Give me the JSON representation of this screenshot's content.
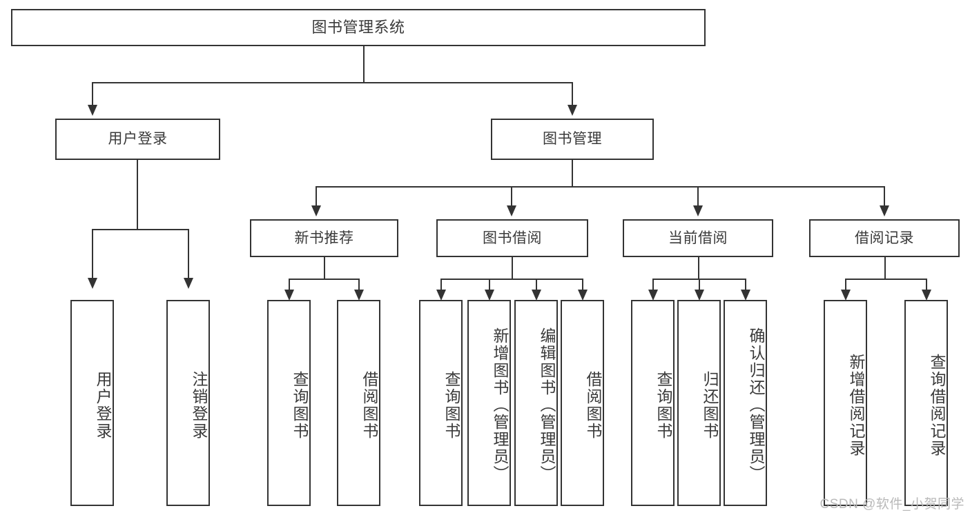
{
  "diagram": {
    "title": "图书管理系统",
    "watermark": "CSDN @软件_小贺同学",
    "colors": {
      "background": "#ffffff",
      "stroke": "#333333",
      "text": "#3a3a3a",
      "watermark": "#b9b9b9"
    },
    "levels": {
      "root": {
        "label": "图书管理系统"
      },
      "level2": [
        {
          "label": "用户登录"
        },
        {
          "label": "图书管理"
        }
      ],
      "level3": [
        {
          "label": "新书推荐"
        },
        {
          "label": "图书借阅"
        },
        {
          "label": "当前借阅"
        },
        {
          "label": "借阅记录"
        }
      ],
      "leaves": {
        "user_login": [
          {
            "label": "用户登录"
          },
          {
            "label": "注销登录"
          }
        ],
        "new_book_recommend": [
          {
            "label": "查询图书"
          },
          {
            "label": "借阅图书"
          }
        ],
        "book_borrow": [
          {
            "label": "查询图书"
          },
          {
            "label": "新增图书（管理员）"
          },
          {
            "label": "编辑图书（管理员）"
          },
          {
            "label": "借阅图书"
          }
        ],
        "current_borrow": [
          {
            "label": "查询图书"
          },
          {
            "label": "归还图书"
          },
          {
            "label": "确认归还（管理员）"
          }
        ],
        "borrow_records": [
          {
            "label": "新增借阅记录"
          },
          {
            "label": "查询借阅记录"
          }
        ]
      }
    }
  }
}
